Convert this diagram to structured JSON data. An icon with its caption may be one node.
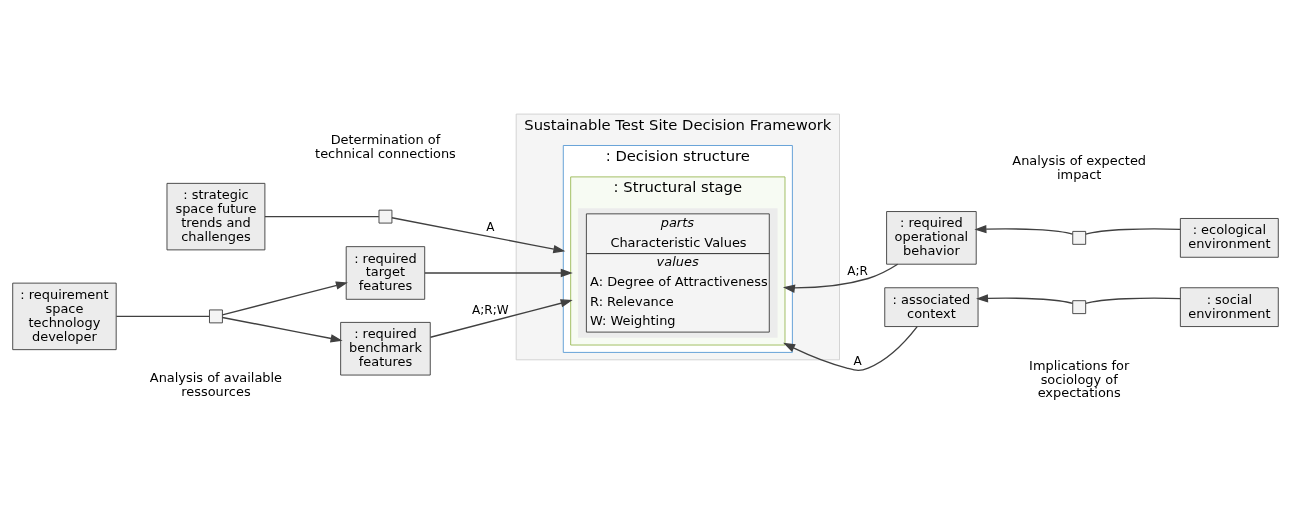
{
  "diagram": {
    "nodes": [
      {
        "text": [
          "Sustainable Test Site Decision Framework"
        ]
      },
      {
        "text": [
          ": Decision structure"
        ],
        "in": 0
      },
      {
        "text": [
          ": Structural stage"
        ],
        "in": 1
      },
      {
        "text": [
          "parts",
          "Characteristic Values",
          "values",
          "A: Degree of Attractiveness",
          "R: Relevance",
          "W: Weighting"
        ],
        "in": 2
      },
      {
        "text": [
          ": strategic space future trends and challenges"
        ]
      },
      {
        "text": [],
        "shape": "box",
        "beside": [
          "Determination of technical connections"
        ]
      },
      {
        "text": [
          ": requirement space technology developer"
        ]
      },
      {
        "text": [],
        "shape": "box",
        "beside": [
          "Analysis of available ressources"
        ]
      },
      {
        "text": [
          ": required target features"
        ]
      },
      {
        "text": [
          ": required benchmark features"
        ]
      },
      {
        "text": [
          ": required operational behavior"
        ]
      },
      {
        "text": [],
        "shape": "box",
        "beside": [
          "Analysis of expected impact"
        ]
      },
      {
        "text": [
          ": ecological environment"
        ]
      },
      {
        "text": [
          ": associated context"
        ]
      },
      {
        "text": [],
        "shape": "box",
        "beside": [
          "Implications for sociology of expectations"
        ]
      },
      {
        "text": [
          ": social environment"
        ]
      }
    ],
    "edges": [
      {
        "from": 4,
        "to": 5,
        "arrow": "none"
      },
      {
        "from": 5,
        "to": 1,
        "arrow": "to",
        "label": "A"
      },
      {
        "from": 6,
        "to": 7,
        "arrow": "none"
      },
      {
        "from": 7,
        "to": 8,
        "arrow": "to"
      },
      {
        "from": 7,
        "to": 9,
        "arrow": "to"
      },
      {
        "from": 8,
        "to": 2,
        "arrow": "to"
      },
      {
        "from": 9,
        "to": 2,
        "arrow": "to",
        "label": "A;R;W"
      },
      {
        "from": 12,
        "to": 11,
        "arrow": "none"
      },
      {
        "from": 11,
        "to": 10,
        "arrow": "to"
      },
      {
        "from": 10,
        "to": 2,
        "arrow": "to",
        "label": "A;R"
      },
      {
        "from": 15,
        "to": 14,
        "arrow": "none"
      },
      {
        "from": 14,
        "to": 13,
        "arrow": "to"
      },
      {
        "from": 13,
        "to": 2,
        "arrow": "to",
        "label": "A"
      }
    ]
  }
}
